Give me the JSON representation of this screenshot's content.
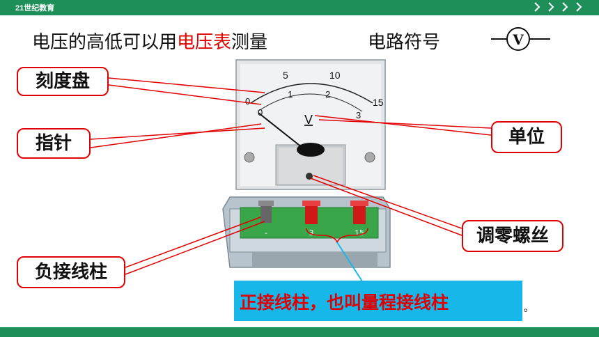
{
  "header": {
    "brand": "21世纪教育"
  },
  "title": {
    "part1": "电压的高低可以用",
    "highlight": "电压表",
    "part2": "测量"
  },
  "symbol_label": "电路符号",
  "symbol_letter": "V",
  "meter": {
    "scale_top": [
      "5",
      "10",
      "15"
    ],
    "scale_bottom": [
      "0",
      "1",
      "2",
      "3"
    ],
    "scale_top_zero": "0",
    "unit": "V",
    "terminal_labels": [
      "-",
      "3",
      "15"
    ]
  },
  "labels": {
    "dial": "刻度盘",
    "needle": "指针",
    "unit": "单位",
    "zero_screw": "调零螺丝",
    "negative_terminal": "负接线柱"
  },
  "callout": {
    "text": "正接线柱，也叫量程接线柱",
    "suffix": "。"
  },
  "colors": {
    "accent_green": "#1f8f5a",
    "highlight_red": "#e00000",
    "callout_blue": "#18b7ea"
  }
}
